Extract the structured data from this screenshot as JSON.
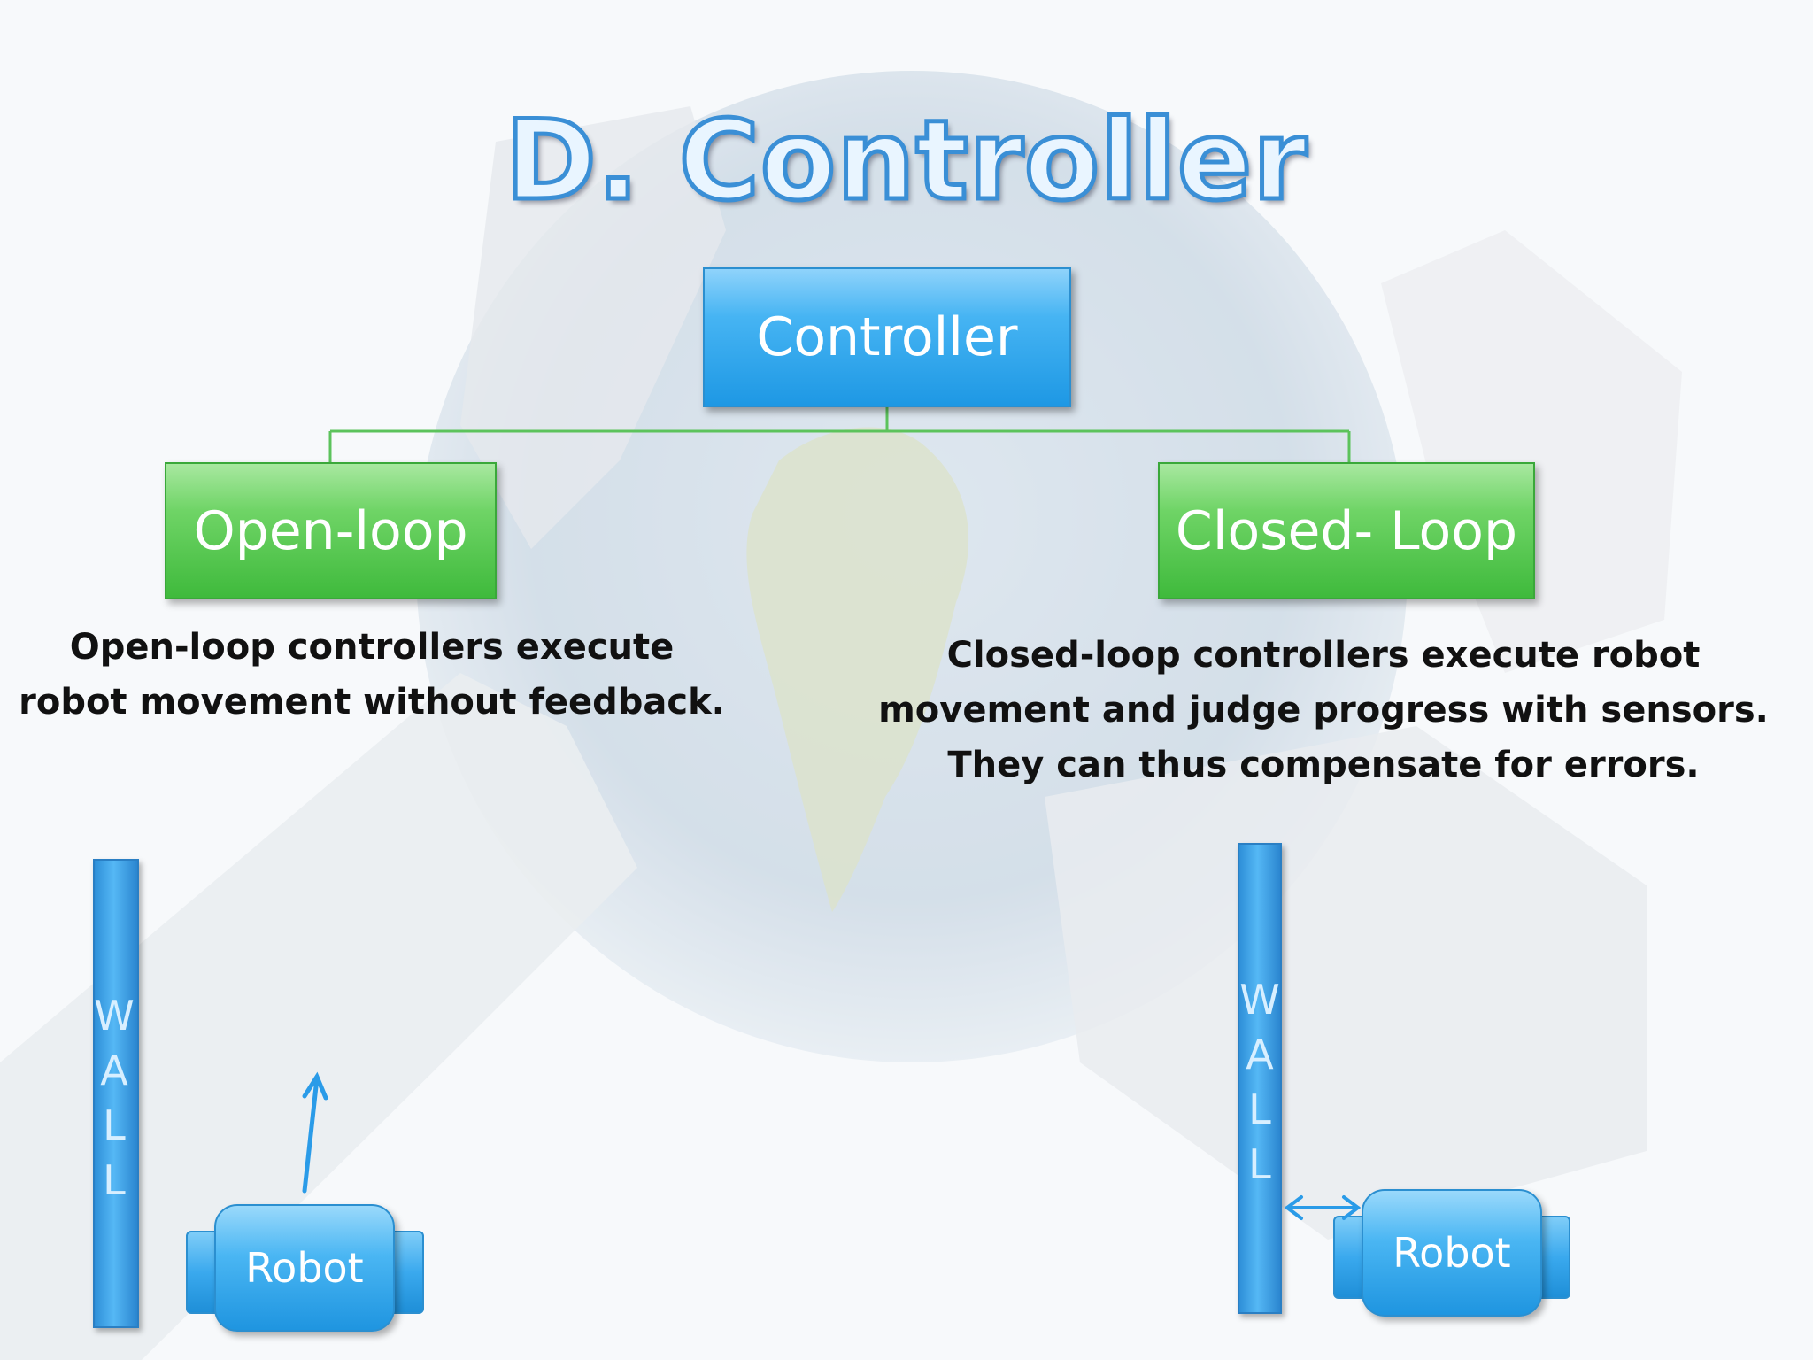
{
  "title": "D. Controller",
  "diagram": {
    "root": {
      "label": "Controller"
    },
    "branches": [
      {
        "label": "Open-loop",
        "description_lines": [
          "Open-loop controllers execute",
          "robot movement without feedback."
        ]
      },
      {
        "label": "Closed- Loop",
        "description_lines": [
          "Closed-loop controllers execute robot",
          "movement and judge progress with sensors.",
          "They can thus compensate for errors."
        ]
      }
    ]
  },
  "open_loop_demo": {
    "wall_label": "W\nA\nL\nL",
    "robot_label": "Robot"
  },
  "closed_loop_demo": {
    "wall_label": "W\nA\nL\nL",
    "robot_label": "Robot"
  },
  "colors": {
    "blue_box": "#1e98e4",
    "green_box": "#3fba3c",
    "connector": "#5cc35c",
    "arrow": "#2a9be8",
    "title_outline": "#3a8fd6"
  }
}
